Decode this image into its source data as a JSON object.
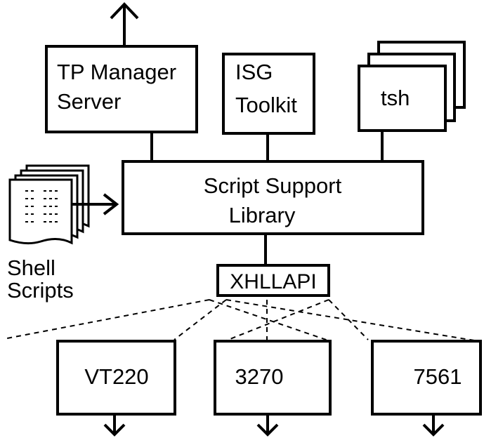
{
  "boxes": {
    "tp_manager": {
      "line1": "TP Manager",
      "line2": "Server"
    },
    "isg_toolkit": {
      "line1": "ISG",
      "line2": "Toolkit"
    },
    "tsh": {
      "label": "tsh"
    },
    "script_support": {
      "line1": "Script Support",
      "line2": "Library"
    },
    "xhllapi": {
      "label": "XHLLAPI"
    },
    "vt220": {
      "label": "VT220"
    },
    "t3270": {
      "label": "3270"
    },
    "t7561": {
      "label": "7561"
    }
  },
  "shell_scripts": {
    "line1": "Shell",
    "line2": "Scripts"
  }
}
